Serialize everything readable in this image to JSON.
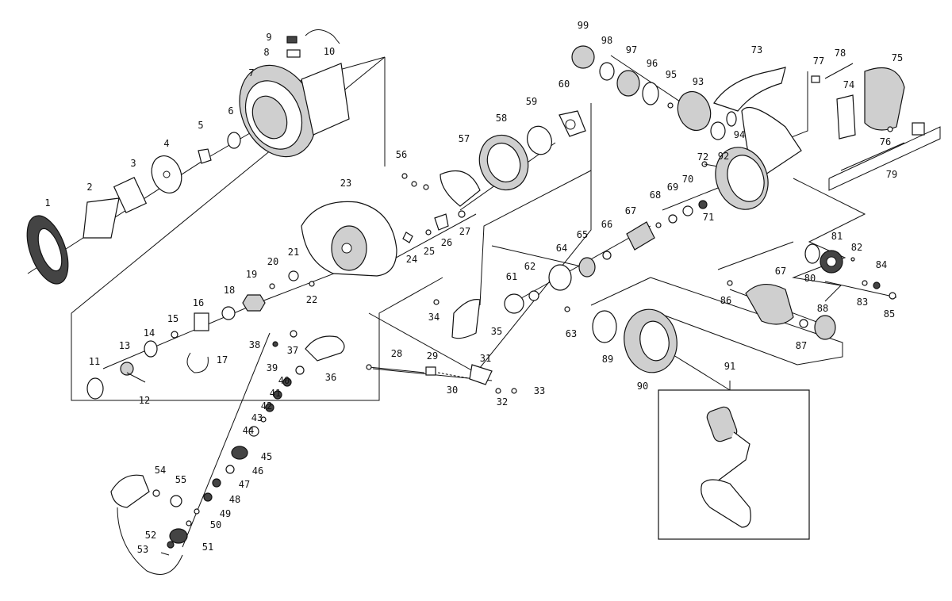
{
  "diagram": {
    "title": "",
    "part_labels": [
      "1",
      "2",
      "3",
      "4",
      "5",
      "6",
      "7",
      "8",
      "9",
      "10",
      "11",
      "12",
      "13",
      "14",
      "15",
      "16",
      "17",
      "18",
      "19",
      "20",
      "21",
      "22",
      "23",
      "24",
      "25",
      "26",
      "27",
      "28",
      "29",
      "30",
      "31",
      "32",
      "33",
      "34",
      "35",
      "36",
      "37",
      "38",
      "39",
      "40",
      "41",
      "42",
      "43",
      "44",
      "45",
      "46",
      "47",
      "48",
      "49",
      "50",
      "51",
      "52",
      "53",
      "54",
      "55",
      "56",
      "57",
      "58",
      "59",
      "60",
      "61",
      "62",
      "63",
      "64",
      "65",
      "66",
      "67",
      "67",
      "68",
      "69",
      "70",
      "71",
      "72",
      "73",
      "74",
      "75",
      "76",
      "77",
      "78",
      "79",
      "80",
      "81",
      "82",
      "83",
      "84",
      "85",
      "86",
      "87",
      "88",
      "89",
      "90",
      "91",
      "92",
      "93",
      "94",
      "95",
      "96",
      "97",
      "98",
      "99"
    ]
  }
}
